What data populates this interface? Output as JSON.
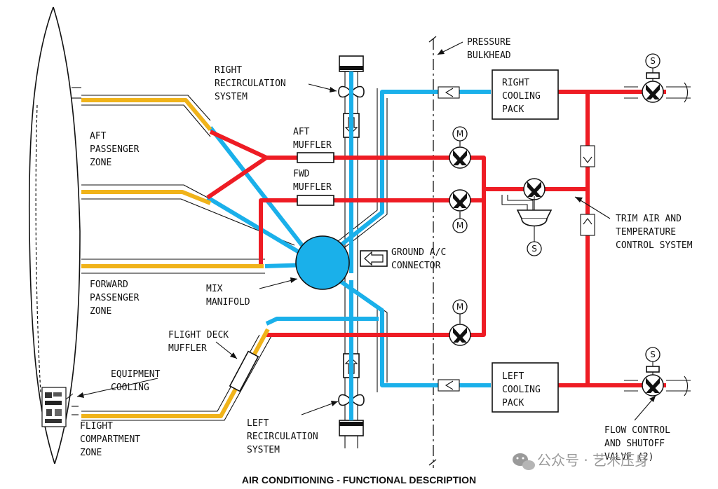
{
  "colors": {
    "red": "#ee1c24",
    "blue": "#1ab0ea",
    "yellow": "#f0b31a",
    "outline": "#111111"
  },
  "caption": "AIR CONDITIONING - FUNCTIONAL DESCRIPTION",
  "labels": {
    "right_recirc": [
      "RIGHT",
      "RECIRCULATION",
      "SYSTEM"
    ],
    "pressure_bulkhead": [
      "PRESSURE",
      "BULKHEAD"
    ],
    "right_pack": [
      "RIGHT",
      "COOLING",
      "PACK"
    ],
    "left_pack": [
      "LEFT",
      "COOLING",
      "PACK"
    ],
    "aft_zone": [
      "AFT",
      "PASSENGER",
      "ZONE"
    ],
    "aft_muffler": [
      "AFT",
      "MUFFLER"
    ],
    "fwd_muffler": [
      "FWD",
      "MUFFLER"
    ],
    "trim_air": [
      "TRIM AIR AND",
      "TEMPERATURE",
      "CONTROL SYSTEM"
    ],
    "ground_ac": [
      "GROUND A/C",
      "CONNECTOR"
    ],
    "forward_zone": [
      "FORWARD",
      "PASSENGER",
      "ZONE"
    ],
    "mix_manifold": [
      "MIX",
      "MANIFOLD"
    ],
    "flight_deck_muffler": [
      "FLIGHT DECK",
      "MUFFLER"
    ],
    "equipment_cooling": [
      "EQUIPMENT",
      "COOLING"
    ],
    "flight_compartment": [
      "FLIGHT",
      "COMPARTMENT",
      "ZONE"
    ],
    "left_recirc": [
      "LEFT",
      "RECIRCULATION",
      "SYSTEM"
    ],
    "flow_control": [
      "FLOW CONTROL",
      "AND SHUTOFF",
      "VALVE (2)"
    ]
  },
  "symbols": {
    "motor": "M",
    "solenoid": "S"
  },
  "watermark": "公众号 · 艺术压身",
  "icons": {
    "valve": "butterfly-valve-icon",
    "fan": "recirculation-fan-icon",
    "motor": "motor-icon",
    "solenoid": "solenoid-icon",
    "check_valve": "check-valve-icon",
    "wechat": "wechat-icon"
  }
}
